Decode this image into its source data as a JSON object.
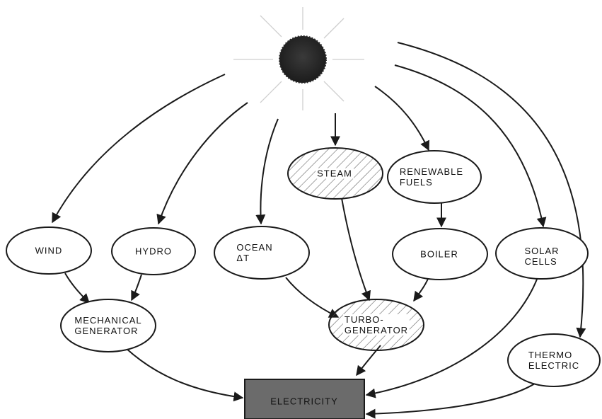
{
  "nodes": {
    "wind": {
      "lines": [
        "WIND"
      ]
    },
    "hydro": {
      "lines": [
        "HYDRO"
      ]
    },
    "ocean": {
      "lines": [
        "OCEAN",
        "ΔT"
      ]
    },
    "steam": {
      "lines": [
        "STEAM"
      ]
    },
    "renewable": {
      "lines": [
        "RENEWABLE",
        "FUELS"
      ]
    },
    "boiler": {
      "lines": [
        "BOILER"
      ]
    },
    "solar": {
      "lines": [
        "SOLAR",
        "CELLS"
      ]
    },
    "mechanical": {
      "lines": [
        "MECHANICAL",
        "GENERATOR"
      ]
    },
    "turbo": {
      "lines": [
        "TURBO-",
        "GENERATOR"
      ]
    },
    "thermo": {
      "lines": [
        "THERMO",
        "ELECTRIC"
      ]
    },
    "electricity": {
      "lines": [
        "ELECTRICITY"
      ]
    }
  },
  "colors": {
    "ink": "#1a1a1a",
    "sun": "#2b2b2b",
    "ray": "#cfcfcf",
    "electricity_fill": "#6b6b6b",
    "hatch": "#555555"
  }
}
